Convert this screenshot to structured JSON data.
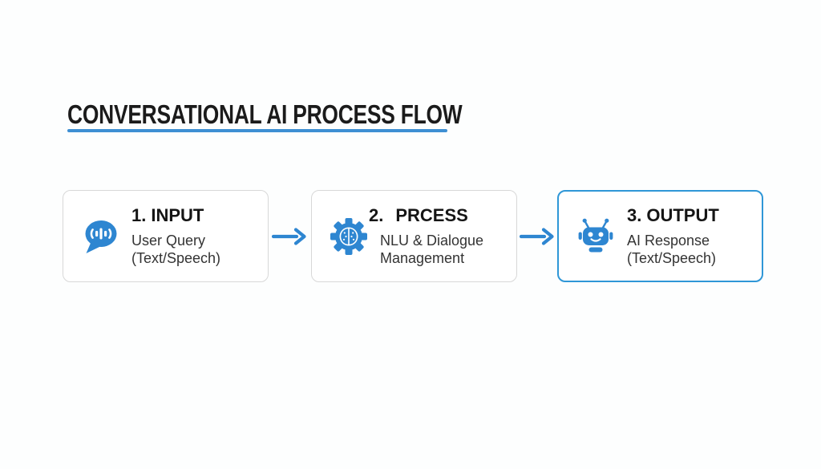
{
  "header": {
    "title": "CONVERSATIONAL AI PROCESS FLOW"
  },
  "flow": {
    "steps": [
      {
        "number": "1.",
        "label": "INPUT",
        "desc_line1": "User Query",
        "desc_line2": "(Text/Speech)",
        "icon": "speech-bubble-voice-icon",
        "highlighted": false
      },
      {
        "number": "2.",
        "label": "PRCESS",
        "desc_line1": "NLU & Dialogue",
        "desc_line2": "Management",
        "icon": "gear-brain-icon",
        "highlighted": false
      },
      {
        "number": "3.",
        "label": "OUTPUT",
        "desc_line1": "AI Response",
        "desc_line2": "(Text/Speech)",
        "icon": "robot-icon",
        "highlighted": true
      }
    ]
  },
  "colors": {
    "accent_blue": "#2e86d1",
    "underline_blue": "#3e8fd3",
    "highlight_border_blue": "#2f97d7",
    "card_border_gray": "#d8d8d8",
    "title_text": "#1b1b1b",
    "description_text": "#333333",
    "background": "#fdfefe"
  }
}
